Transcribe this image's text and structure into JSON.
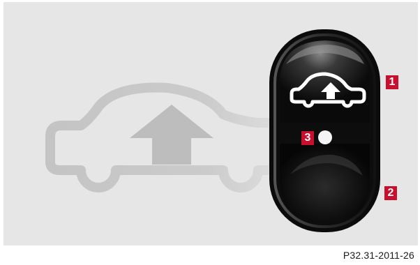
{
  "callouts": {
    "c1": "1",
    "c2": "2",
    "c3": "3"
  },
  "figure_code": "P32.31-2011-26",
  "icons": {
    "background": "car-with-up-arrow-icon",
    "switch_symbol": "car-with-up-arrow-icon",
    "indicator": "indicator-lamp-icon"
  },
  "colors": {
    "panel_background": "#e6e6e6",
    "callout_red": "#c8102e",
    "switch_body": "#0a0a0a",
    "background_car": "#c9c9c9"
  }
}
